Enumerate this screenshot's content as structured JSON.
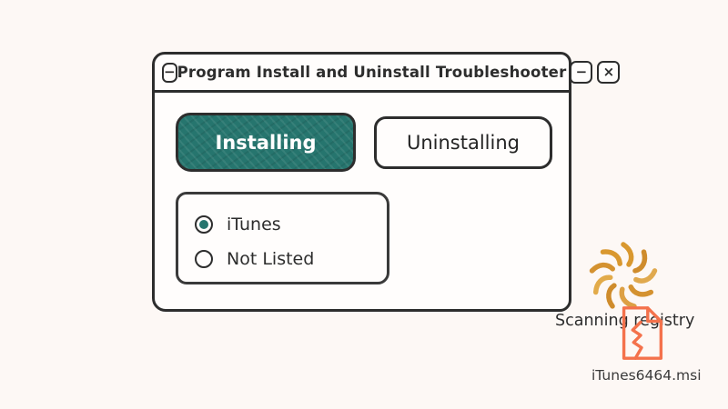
{
  "window": {
    "title": "Program Install and Uninstall Troubleshooter",
    "titlebar": {
      "menu_button_glyph": "−",
      "minimize_glyph": "−",
      "close_glyph": "×"
    },
    "tabs": {
      "installing_label": "Installing",
      "uninstalling_label": "Uninstalling",
      "active_tab": "Installing"
    },
    "radio_group": {
      "options": [
        {
          "label": "iTunes",
          "selected": true
        },
        {
          "label": "Not Listed",
          "selected": false
        }
      ]
    },
    "status": {
      "label": "Scanning registry",
      "spinner_icon": "pinwheel-spinner"
    }
  },
  "file": {
    "name": "iTunes6464.msi",
    "icon": "broken-document"
  },
  "colors": {
    "background": "#fdf8f5",
    "ink": "#2d2d2d",
    "active_tab_fill": "#26756e",
    "radio_dot": "#26756e",
    "spinner_amber": "#d9982f",
    "file_icon_orange": "#f4724c"
  }
}
